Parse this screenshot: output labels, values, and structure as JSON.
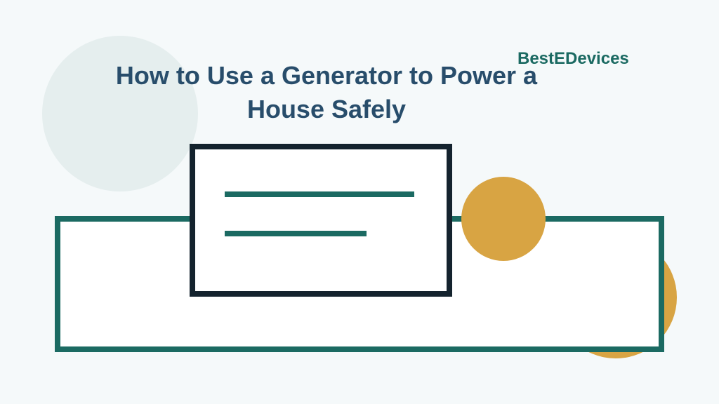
{
  "title": "How to Use a Generator to Power a House Safely",
  "brand": "BestEDevices",
  "colors": {
    "background": "#f5f9fa",
    "title": "#284d6b",
    "brand": "#1b6a62",
    "teal": "#1b6a62",
    "dark": "#14232e",
    "gold": "#d8a443",
    "grey_circle": "#e5eeee"
  },
  "shapes": [
    "grey-circle",
    "outer-teal-rectangle",
    "inner-dark-card",
    "text-line-long",
    "text-line-short",
    "gold-circle-small",
    "gold-circle-large"
  ]
}
